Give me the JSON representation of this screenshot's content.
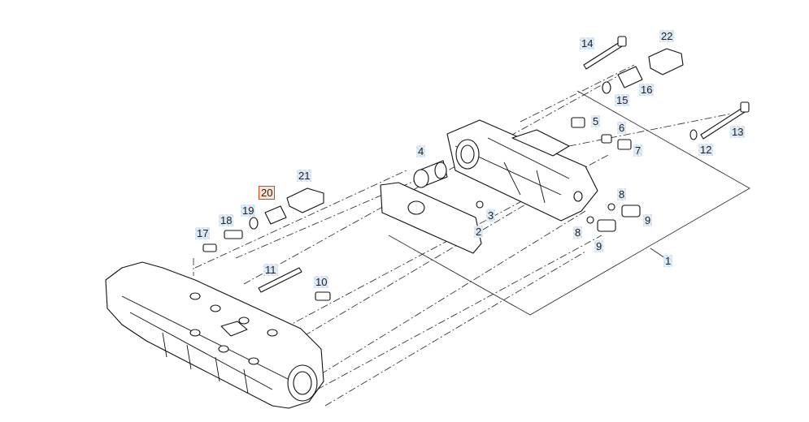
{
  "diagram": {
    "selected_part": "20",
    "callouts": [
      {
        "id": "c1",
        "label": "1"
      },
      {
        "id": "c2",
        "label": "2"
      },
      {
        "id": "c3",
        "label": "3"
      },
      {
        "id": "c4",
        "label": "4"
      },
      {
        "id": "c5",
        "label": "5"
      },
      {
        "id": "c6",
        "label": "6"
      },
      {
        "id": "c7",
        "label": "7"
      },
      {
        "id": "c8a",
        "label": "8"
      },
      {
        "id": "c8b",
        "label": "8"
      },
      {
        "id": "c9a",
        "label": "9"
      },
      {
        "id": "c9b",
        "label": "9"
      },
      {
        "id": "c10",
        "label": "10"
      },
      {
        "id": "c11",
        "label": "11"
      },
      {
        "id": "c12",
        "label": "12"
      },
      {
        "id": "c13",
        "label": "13"
      },
      {
        "id": "c14",
        "label": "14"
      },
      {
        "id": "c15",
        "label": "15"
      },
      {
        "id": "c16",
        "label": "16"
      },
      {
        "id": "c17",
        "label": "17"
      },
      {
        "id": "c18",
        "label": "18"
      },
      {
        "id": "c19",
        "label": "19"
      },
      {
        "id": "c20",
        "label": "20"
      },
      {
        "id": "c21",
        "label": "21"
      },
      {
        "id": "c22",
        "label": "22"
      }
    ],
    "colors": {
      "callout_bg": "#dbe8f5",
      "selected_border": "#d24a1e",
      "line": "#111111"
    }
  }
}
